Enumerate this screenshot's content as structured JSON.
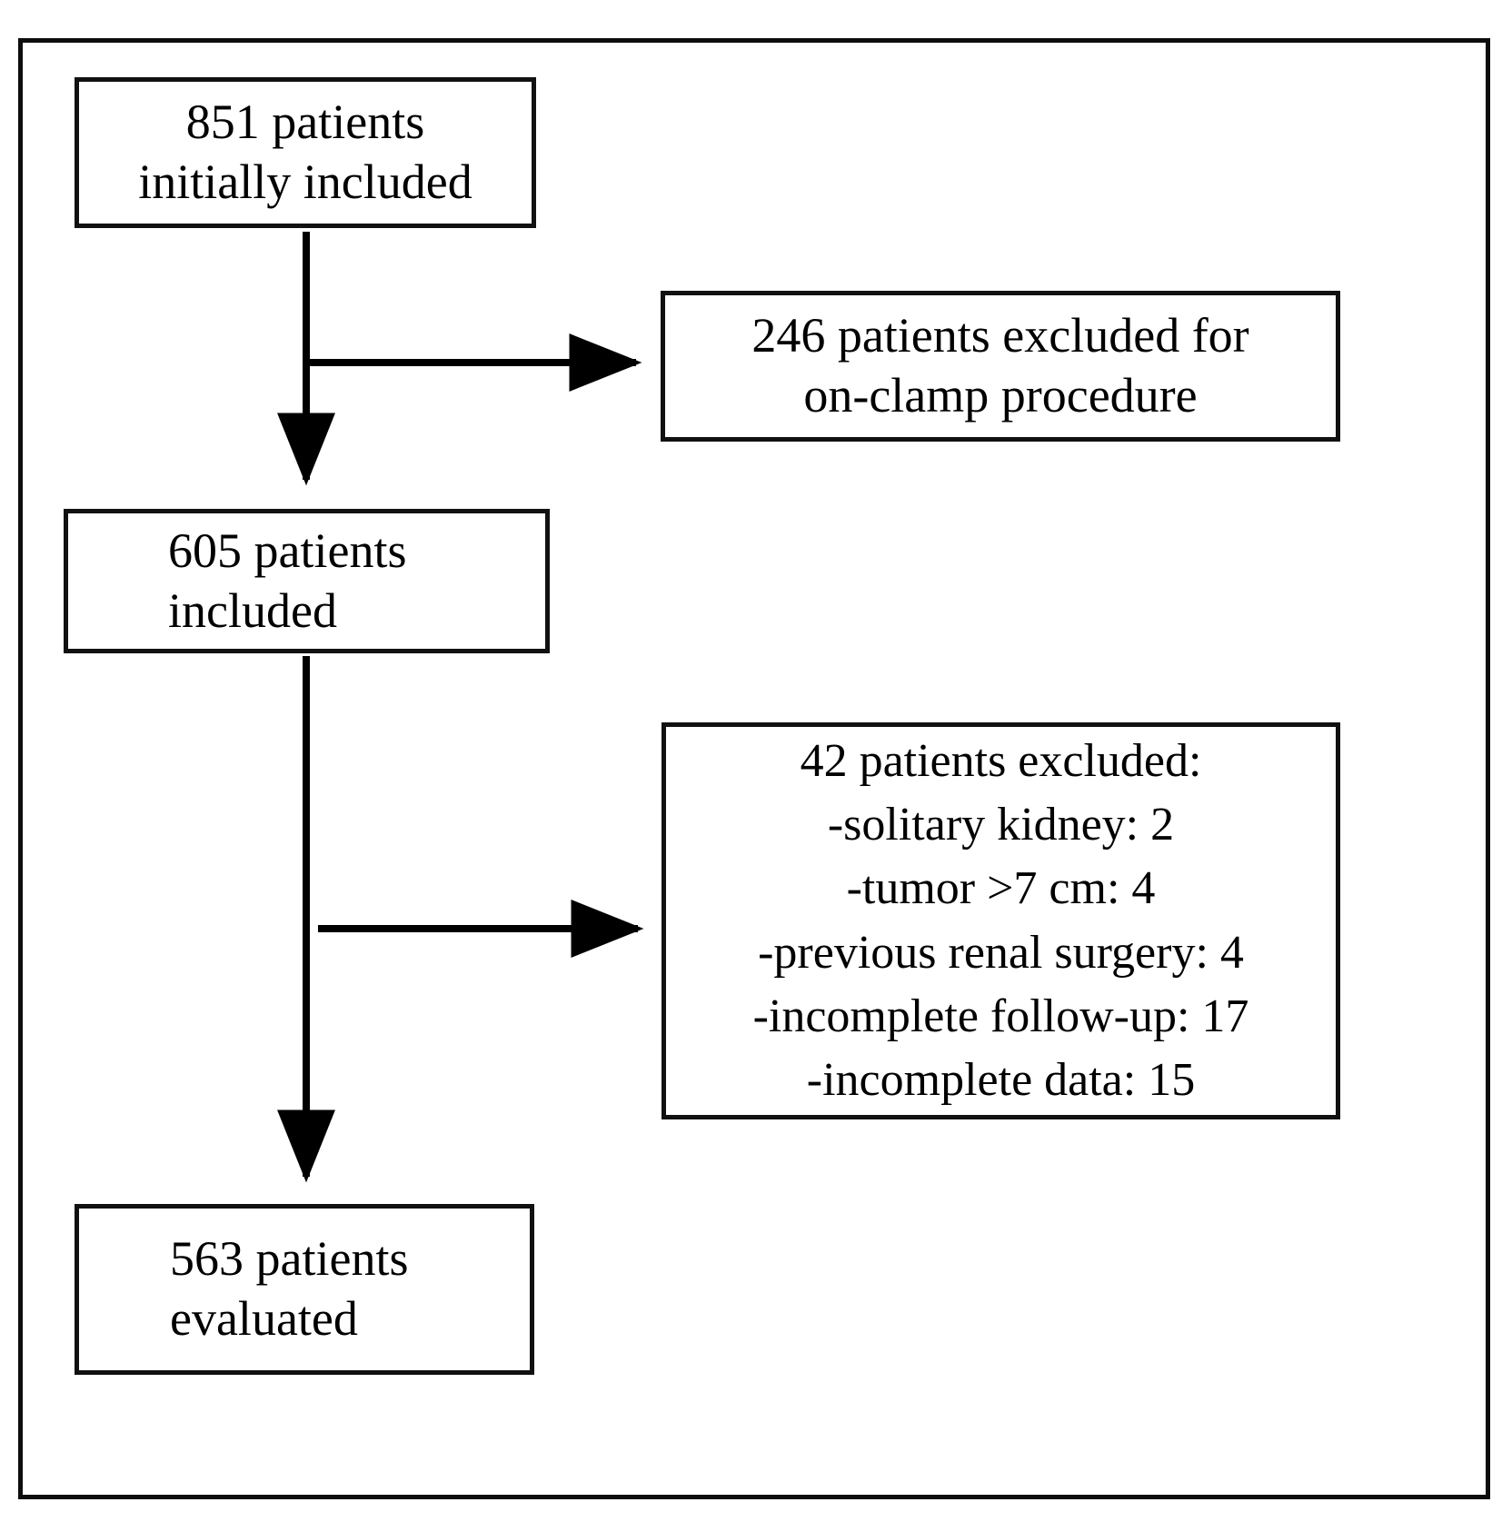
{
  "figure": {
    "type": "patient-flow-diagram",
    "frame": {
      "border_color": "#0d0d0d"
    },
    "nodes": [
      {
        "id": "initial",
        "lines": [
          "851 patients",
          "initially included"
        ],
        "count": 851
      },
      {
        "id": "excluded_onclamp",
        "lines": [
          "246 patients excluded for",
          "on-clamp procedure"
        ],
        "count": 246
      },
      {
        "id": "included",
        "lines": [
          "605 patients",
          "included"
        ],
        "count": 605
      },
      {
        "id": "excluded_reasons",
        "lines": [
          "42 patients excluded:",
          "-solitary kidney: 2",
          "-tumor >7 cm: 4",
          "-previous renal surgery: 4",
          "-incomplete follow-up: 17",
          "-incomplete data: 15"
        ],
        "count": 42,
        "reasons": [
          {
            "label": "solitary kidney",
            "value": 2
          },
          {
            "label": "tumor >7 cm",
            "value": 4
          },
          {
            "label": "previous renal surgery",
            "value": 4
          },
          {
            "label": "incomplete follow-up",
            "value": 17
          },
          {
            "label": "incomplete data",
            "value": 15
          }
        ]
      },
      {
        "id": "evaluated",
        "lines": [
          "563 patients",
          "evaluated"
        ],
        "count": 563
      }
    ],
    "connectors": [
      {
        "id": "initial-to-included",
        "kind": "vertical-arrow"
      },
      {
        "id": "initial-to-excluded-onclamp",
        "kind": "horizontal-arrow"
      },
      {
        "id": "included-to-evaluated",
        "kind": "vertical-arrow"
      },
      {
        "id": "included-to-excluded-reasons",
        "kind": "horizontal-arrow"
      }
    ]
  }
}
